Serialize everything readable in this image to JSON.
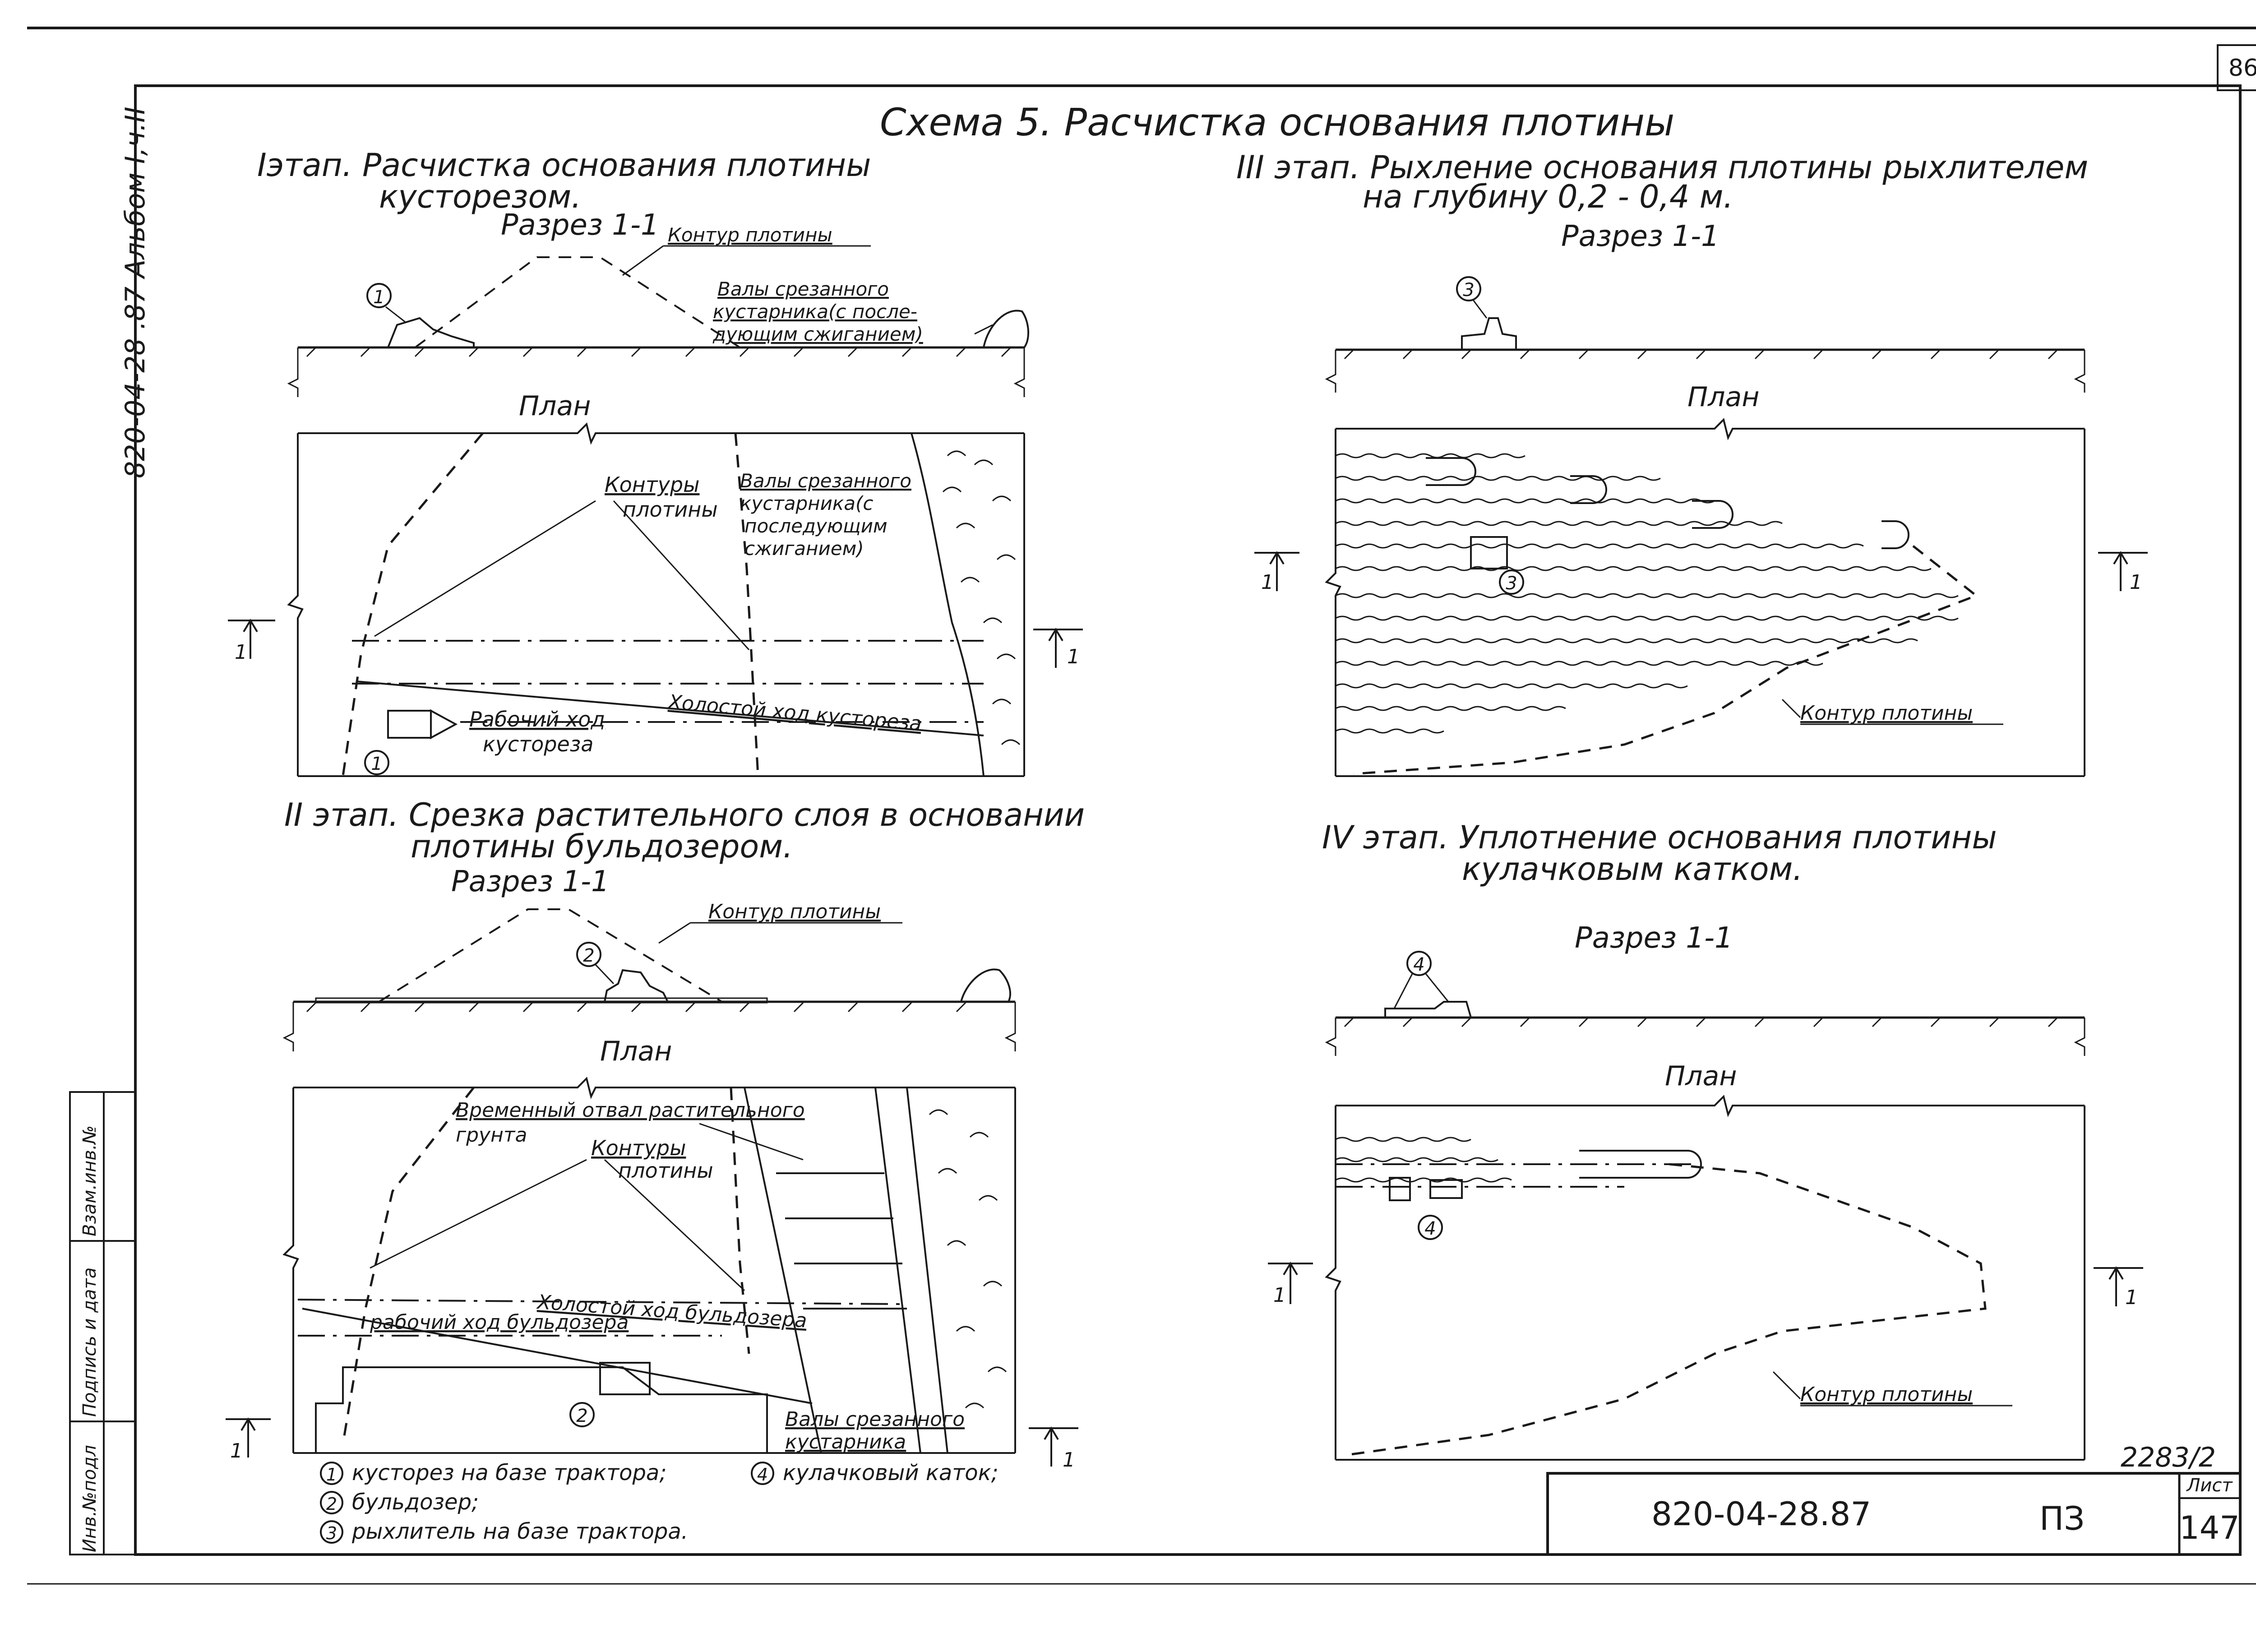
{
  "sheet": {
    "page_number": "86",
    "album_code": "820-04-28 .87 Альбом I,ч.II",
    "title": "Схема 5. Расчистка основания плотины"
  },
  "stage1": {
    "title_line1": "Iэтап. Расчистка основания плотины",
    "title_line2": "кусторезом.",
    "section_label": "Разрез 1-1",
    "plan_label": "План",
    "dam_contour": "Контур плотины",
    "cut_rolls_1": "Валы срезанного",
    "cut_rolls_2": "кустарника(с после-",
    "cut_rolls_3": "дующим сжиганием)",
    "plan_contours_1": "Контуры",
    "plan_contours_2": "плотины",
    "plan_rolls_1": "Валы срезанного",
    "plan_rolls_2": "кустарника(с",
    "plan_rolls_3": "последующим",
    "plan_rolls_4": "сжиганием)",
    "idle_move": "Холостой ход кустореза",
    "work_move_1": "Рабочий ход",
    "work_move_2": "кустореза",
    "marker": "1",
    "callout": "1"
  },
  "stage2": {
    "title_line1": "II этап. Срезка растительного слоя в основании",
    "title_line2": "плотины бульдозером.",
    "section_label": "Разрез 1-1",
    "plan_label": "План",
    "dam_contour": "Контур плотины",
    "temp_dump_1": "Временный отвал растительного",
    "temp_dump_2": "грунта",
    "plan_contours_1": "Контуры",
    "plan_contours_2": "плотины",
    "idle_move": "Холостой ход бульдозера",
    "work_move": "рабочий ход бульдозера",
    "rolls_1": "Валы срезанного",
    "rolls_2": "кустарника",
    "marker": "1",
    "callout": "2"
  },
  "stage3": {
    "title_line1": "III этап. Рыхление основания плотины рыхлителем",
    "title_line2": "на глубину 0,2 - 0,4 м.",
    "section_label": "Разрез 1-1",
    "plan_label": "План",
    "dam_contour": "Контур плотины",
    "marker": "1",
    "callout": "3"
  },
  "stage4": {
    "title_line1": "IV этап. Уплотнение основания плотины",
    "title_line2": "кулачковым катком.",
    "section_label": "Разрез 1-1",
    "plan_label": "План",
    "dam_contour": "Контур плотины",
    "marker": "1",
    "callout": "4"
  },
  "legend": {
    "item1_num": "1",
    "item1": "кусторез на базе трактора;",
    "item2_num": "2",
    "item2": "бульдозер;",
    "item3_num": "3",
    "item3": "рыхлитель на базе трактора.",
    "item4_num": "4",
    "item4": "кулачковый каток;"
  },
  "side_stamp": {
    "col1": "Инв.№подл",
    "col2": "Подпись и дата",
    "col3": "Взам.инв.№"
  },
  "title_block": {
    "doc_code": "820-04-28.87",
    "section": "ПЗ",
    "sheet_label": "Лист",
    "sheet_number": "147",
    "extra_number": "2283/2"
  }
}
